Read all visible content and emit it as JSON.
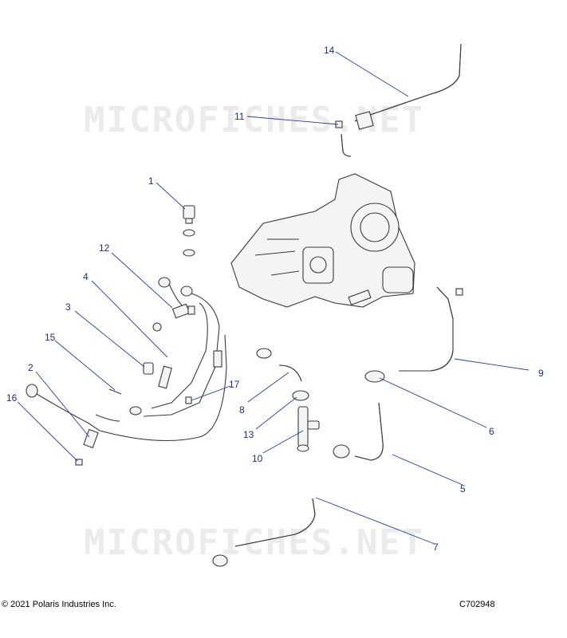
{
  "watermark": "MICROFICHES.NET",
  "callouts": [
    "1",
    "2",
    "3",
    "4",
    "5",
    "6",
    "7",
    "8",
    "9",
    "10",
    "11",
    "12",
    "13",
    "14",
    "15",
    "16",
    "17"
  ],
  "footer": {
    "copyright": "© 2021 Polaris Industries Inc.",
    "figure_code": "C702948"
  }
}
